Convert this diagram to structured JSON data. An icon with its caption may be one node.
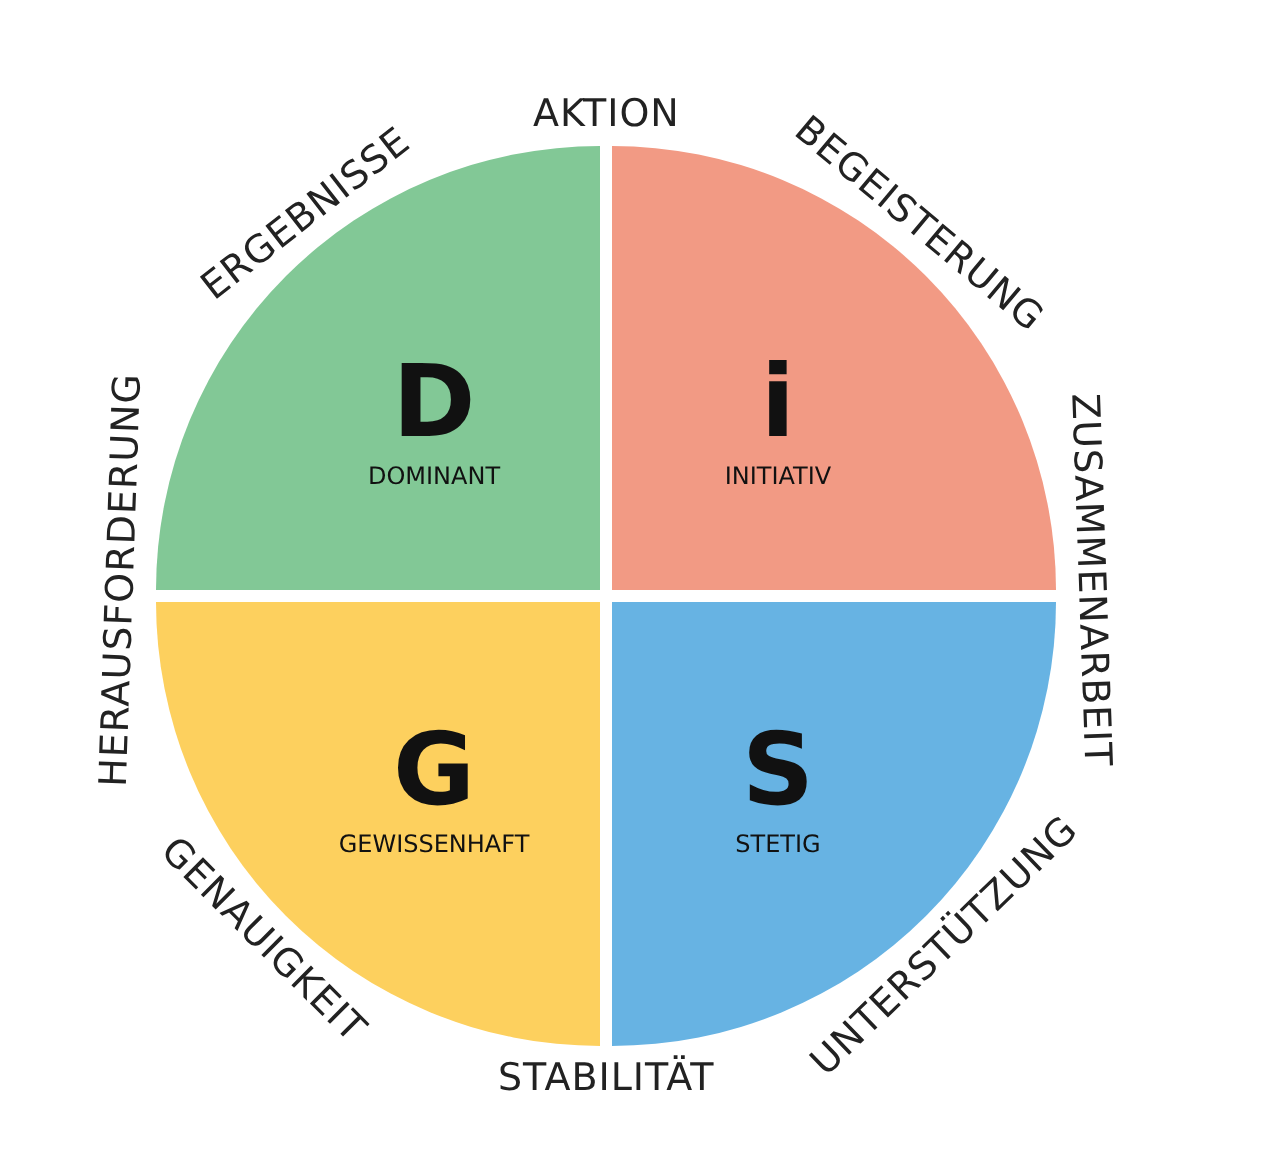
{
  "diagram": {
    "nodes": [
      {
        "text": [
          "D",
          "DOMINANT"
        ]
      },
      {
        "text": [
          "i",
          "INITIATIV"
        ]
      },
      {
        "text": [
          "G",
          "GEWISSENHAFT"
        ]
      },
      {
        "text": [
          "S",
          "STETIG"
        ]
      }
    ],
    "labels": [
      "AKTION",
      "BEGEISTERUNG",
      "ZUSAMMENARBEIT",
      "UNTERSTÜTZUNG",
      "STABILITÄT",
      "GENAUIGKEIT",
      "HERAUSFORDERUNG",
      "ERGEBNISSE"
    ]
  }
}
